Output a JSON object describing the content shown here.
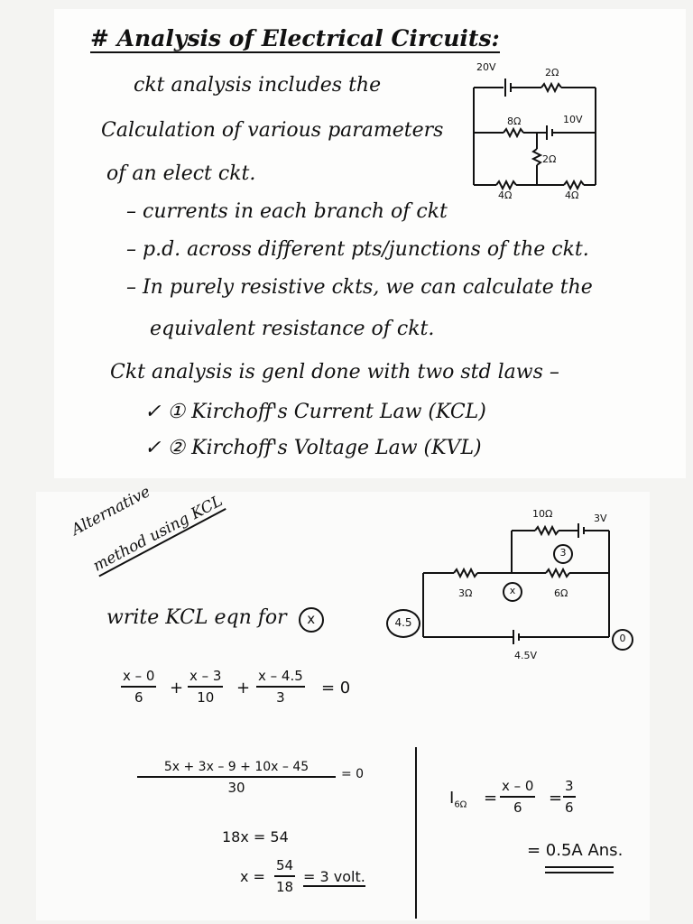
{
  "notes": {
    "title": "# Analysis of Electrical Circuits:",
    "intro_1": "ckt analysis includes the",
    "intro_2": "Calculation of various parameters",
    "intro_3": "of an elect ckt.",
    "bullets": [
      "– currents in each branch of ckt",
      "– p.d. across different pts/junctions of the ckt.",
      "– In purely resistive ckts, we can calculate the",
      "equivalent resistance of ckt."
    ],
    "laws_intro": "Ckt analysis is genl done with two std laws –",
    "laws": [
      "✓ ① Kirchoff's Current Law (KCL)",
      "✓ ② Kirchoff's Voltage Law (KVL)"
    ]
  },
  "top_circuit": {
    "labels": {
      "v_20": "20V",
      "r_2_top": "2Ω",
      "r_8": "8Ω",
      "v_10": "10V",
      "r_2_mid": "2Ω",
      "r_4_left": "4Ω",
      "r_4_right": "4Ω"
    }
  },
  "alternative": {
    "heading_1": "Alternative",
    "heading_2": "method using KCL",
    "write": "write KCL eqn for",
    "node_symbol": "x"
  },
  "bottom_circuit": {
    "labels": {
      "r_10": "10Ω",
      "v_3": "3V",
      "node_3": "3",
      "r_3": "3Ω",
      "node_x": "x",
      "r_6": "6Ω",
      "node_45": "4.5",
      "node_0": "0",
      "v_45": "4.5V"
    }
  },
  "equation_1": {
    "t1_num": "x – 0",
    "t1_den": "6",
    "plus_1": "+",
    "t2_num": "x – 3",
    "t2_den": "10",
    "plus_2": "+",
    "t3_num": "x – 4.5",
    "t3_den": "3",
    "rhs": "= 0"
  },
  "equation_2": {
    "num": "5x + 3x – 9 + 10x – 45",
    "den": "30",
    "rhs": "= 0"
  },
  "equation_3": {
    "text": "18x = 54"
  },
  "equation_4": {
    "lhs": "x =",
    "num": "54",
    "den": "18",
    "result": "= 3 volt."
  },
  "current_result": {
    "lhs": "I",
    "lhs_sub": "6Ω",
    "eq1": "=",
    "num1": "x – 0",
    "den1": "6",
    "eq2": "=",
    "num2": "3",
    "den2": "6",
    "answer": "= 0.5A Ans."
  }
}
